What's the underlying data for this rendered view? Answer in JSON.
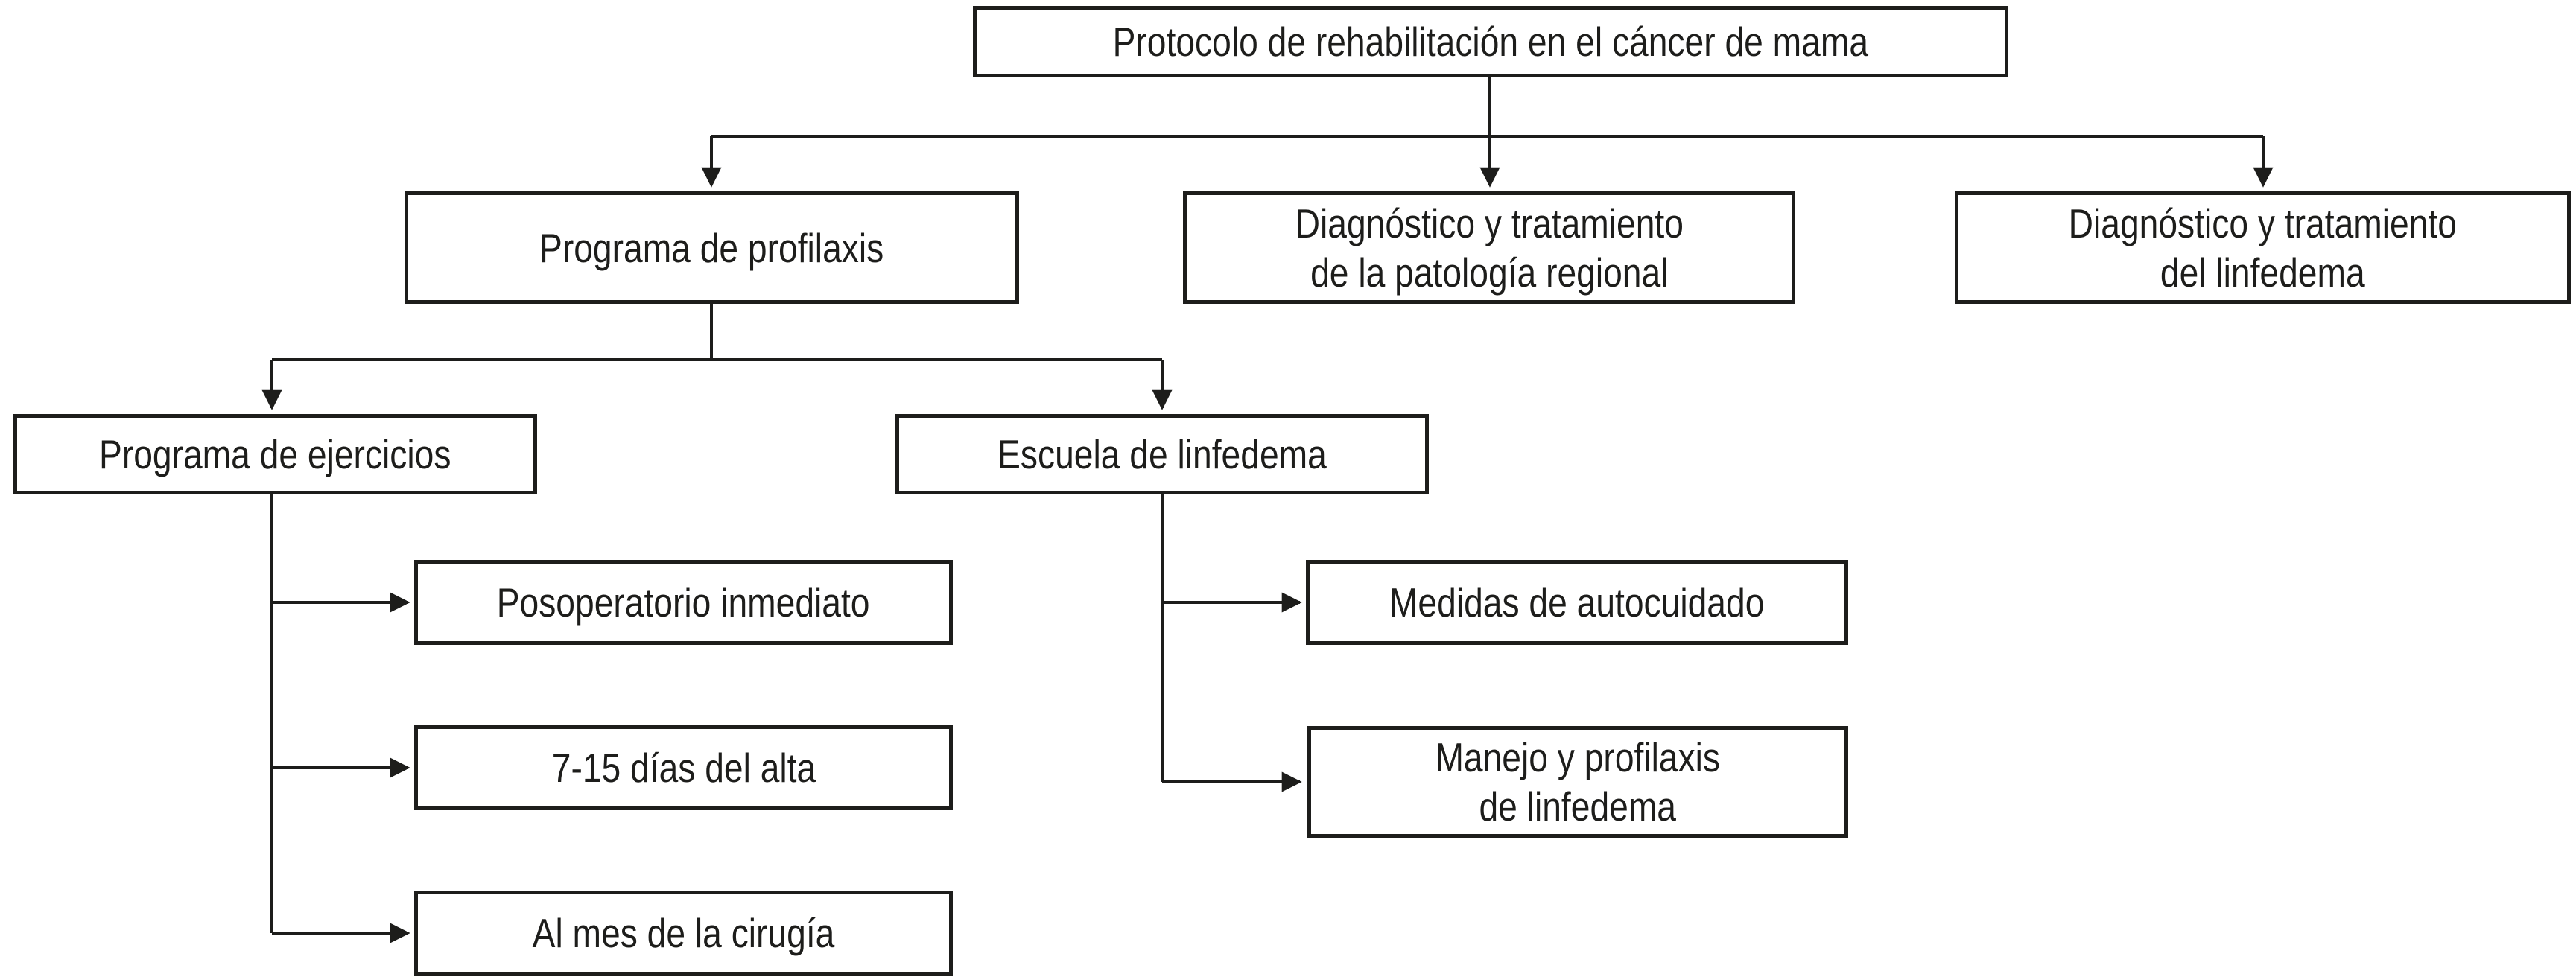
{
  "diagram": {
    "type": "flowchart",
    "background_color": "#ffffff",
    "line_color": "#1d1d1b",
    "box_fill_color": "#ffffff",
    "nodes": {
      "root": {
        "label": "Protocolo de rehabilitación en el cáncer de mama"
      },
      "profilaxis": {
        "label": "Programa de profilaxis"
      },
      "diag_regional": {
        "label": "Diagnóstico y tratamiento\nde la patología regional"
      },
      "diag_linfedema": {
        "label": "Diagnóstico y tratamiento\ndel linfedema"
      },
      "ejercicios": {
        "label": "Programa de ejercicios"
      },
      "escuela": {
        "label": "Escuela de linfedema"
      },
      "posoperatorio": {
        "label": "Posoperatorio inmediato"
      },
      "dias_alta": {
        "label": "7-15 días del alta"
      },
      "mes_cirugia": {
        "label": "Al mes de la cirugía"
      },
      "autocuidado": {
        "label": "Medidas de autocuidado"
      },
      "manejo": {
        "label": "Manejo y profilaxis\nde linfedema"
      }
    },
    "edges": [
      {
        "from": "root",
        "to": "profilaxis"
      },
      {
        "from": "root",
        "to": "diag_regional"
      },
      {
        "from": "root",
        "to": "diag_linfedema"
      },
      {
        "from": "profilaxis",
        "to": "ejercicios"
      },
      {
        "from": "profilaxis",
        "to": "escuela"
      },
      {
        "from": "ejercicios",
        "to": "posoperatorio"
      },
      {
        "from": "ejercicios",
        "to": "dias_alta"
      },
      {
        "from": "ejercicios",
        "to": "mes_cirugia"
      },
      {
        "from": "escuela",
        "to": "autocuidado"
      },
      {
        "from": "escuela",
        "to": "manejo"
      }
    ]
  }
}
